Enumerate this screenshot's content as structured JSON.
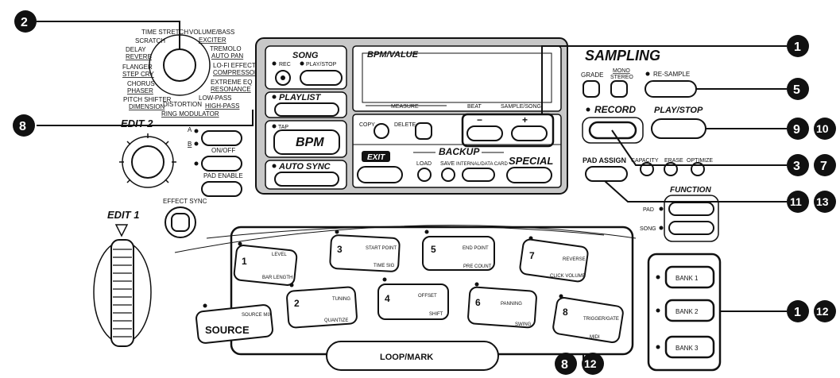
{
  "effects_dial": {
    "labels": {
      "time_stretch": "TIME STRETCH",
      "scratch": "SCRATCH",
      "delay": "DELAY",
      "reverb": "REVERB",
      "flanger": "FLANGER",
      "step_cry": "STEP CRY",
      "chorus": "CHORUS",
      "phaser": "PHASER",
      "pitch_shifter": "PITCH SHIFTER",
      "dimension": "DIMENSION",
      "distortion": "DISTORTION",
      "ring_modulator": "RING MODULATOR",
      "volume_bass": "VOLUME/BASS",
      "exciter": "EXCITER",
      "tremolo": "TREMOLO",
      "auto_pan": "AUTO PAN",
      "lofi_effect": "LO-FI EFFECT",
      "compressor": "COMPRESSOR",
      "extreme_eq": "EXTREME EQ",
      "resonance": "RESONANCE",
      "low_pass": "LOW-PASS",
      "high_pass": "HIGH-PASS"
    }
  },
  "edit2": {
    "label": "EDIT 2",
    "a": "A",
    "b": "B",
    "on_off": "ON/OFF",
    "pad_enable": "PAD ENABLE",
    "effect_sync": "EFFECT SYNC"
  },
  "edit1": {
    "label": "EDIT 1"
  },
  "song": {
    "header": "SONG",
    "rec": "REC",
    "play_stop": "PLAY/STOP"
  },
  "playlist": "PLAYLIST",
  "bpm": {
    "tap": "TAP",
    "label": "BPM"
  },
  "auto_sync": "AUTO SYNC",
  "display": {
    "title": "BPM/VALUE",
    "measure": "MEASURE",
    "beat": "BEAT",
    "sample_song": "SAMPLE/SONG"
  },
  "copy": "COPY",
  "delete": "DELETE",
  "value_minus": "−",
  "value_plus": "+",
  "exit": "EXIT",
  "backup": {
    "header": "BACKUP",
    "load": "LOAD",
    "save": "SAVE",
    "internal": "INTERNAL/DATA CARD"
  },
  "special": "SPECIAL",
  "sampling": {
    "header": "SAMPLING",
    "grade": "GRADE",
    "mono": "MONO",
    "stereo": "STEREO",
    "resample": "RE-SAMPLE",
    "record": "RECORD",
    "play_stop": "PLAY/STOP",
    "capacity": "CAPACITY",
    "erase": "ERASE",
    "optimize": "OPTIMIZE"
  },
  "pad_assign": "PAD ASSIGN",
  "function": {
    "header": "FUNCTION",
    "pad": "PAD",
    "song": "SONG"
  },
  "pads": [
    {
      "num": "1",
      "top": "LEVEL",
      "bottom": "BAR LENGTH"
    },
    {
      "num": "3",
      "top": "START POINT",
      "bottom": "TIME SIG"
    },
    {
      "num": "5",
      "top": "END POINT",
      "bottom": "PRE COUNT"
    },
    {
      "num": "7",
      "top": "REVERSE",
      "bottom": "CLICK VOLUME"
    },
    {
      "num": "2",
      "top": "TUNING",
      "bottom": "QUANTIZE"
    },
    {
      "num": "4",
      "top": "OFFSET",
      "bottom": "SHIFT"
    },
    {
      "num": "6",
      "top": "PANNING",
      "bottom": "SWING"
    },
    {
      "num": "8",
      "top": "TRIGGER/GATE",
      "bottom": "MIDI"
    }
  ],
  "source": {
    "top": "SOURCE MIX",
    "label": "SOURCE"
  },
  "loop_mark": "LOOP/MARK",
  "banks": [
    "BANK 1",
    "BANK 2",
    "BANK 3"
  ],
  "callouts": {
    "c1_top": "1",
    "c2": "2",
    "c3": "3",
    "c5": "5",
    "c7": "7",
    "c8_left": "8",
    "c8_bottom": "8",
    "c9": "9",
    "c10": "10",
    "c11": "11",
    "c12_bottom": "12",
    "c12_right": "12",
    "c13": "13",
    "c1_right": "1"
  },
  "colors": {
    "panel": "#c8c8c8",
    "callout": "#111111",
    "button_fill": "#ffffff"
  }
}
